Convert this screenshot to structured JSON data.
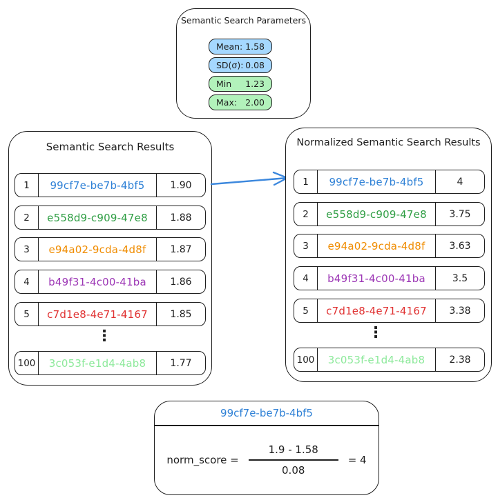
{
  "colors": {
    "ink": "#1e1e1e",
    "blue_fill": "#a5d8ff",
    "green_fill": "#b2f2bb",
    "arrow": "#3b87dd"
  },
  "parameters": {
    "title": "Semantic Search Parameters",
    "pills": [
      {
        "label": "Mean:",
        "value": "1.58",
        "fill": "#a5d8ff"
      },
      {
        "label": "SD(σ):",
        "value": "0.08",
        "fill": "#a5d8ff"
      },
      {
        "label": "Min",
        "value": "1.23",
        "fill": "#b2f2bb"
      },
      {
        "label": "Max:",
        "value": "2.00",
        "fill": "#b2f2bb"
      }
    ]
  },
  "results": {
    "title": "Semantic Search Results",
    "ellipsis": "⋮",
    "rows": [
      {
        "rank": "1",
        "uuid": "99cf7e-be7b-4bf5",
        "score": "1.90",
        "color": "#2f81d6"
      },
      {
        "rank": "2",
        "uuid": "e558d9-c909-47e8",
        "score": "1.88",
        "color": "#2f9e44"
      },
      {
        "rank": "3",
        "uuid": "e94a02-9cda-4d8f",
        "score": "1.87",
        "color": "#f08c00"
      },
      {
        "rank": "4",
        "uuid": "b49f31-4c00-41ba",
        "score": "1.86",
        "color": "#9c36b5"
      },
      {
        "rank": "5",
        "uuid": "c7d1e8-4e71-4167",
        "score": "1.85",
        "color": "#e03131"
      },
      {
        "rank": "100",
        "uuid": "3c053f-e1d4-4ab8",
        "score": "1.77",
        "color": "#8ce99a"
      }
    ]
  },
  "normalized": {
    "title": "Normalized Semantic Search Results",
    "ellipsis": "⋮",
    "rows": [
      {
        "rank": "1",
        "uuid": "99cf7e-be7b-4bf5",
        "score": "4",
        "color": "#2f81d6"
      },
      {
        "rank": "2",
        "uuid": "e558d9-c909-47e8",
        "score": "3.75",
        "color": "#2f9e44"
      },
      {
        "rank": "3",
        "uuid": "e94a02-9cda-4d8f",
        "score": "3.63",
        "color": "#f08c00"
      },
      {
        "rank": "4",
        "uuid": "b49f31-4c00-41ba",
        "score": "3.5",
        "color": "#9c36b5"
      },
      {
        "rank": "5",
        "uuid": "c7d1e8-4e71-4167",
        "score": "3.38",
        "color": "#e03131"
      },
      {
        "rank": "100",
        "uuid": "3c053f-e1d4-4ab8",
        "score": "2.38",
        "color": "#8ce99a"
      }
    ]
  },
  "formula": {
    "title": "99cf7e-be7b-4bf5",
    "title_color": "#2f81d6",
    "lhs": "norm_score =",
    "numerator": "1.9 - 1.58",
    "denominator": "0.08",
    "result": "= 4"
  }
}
